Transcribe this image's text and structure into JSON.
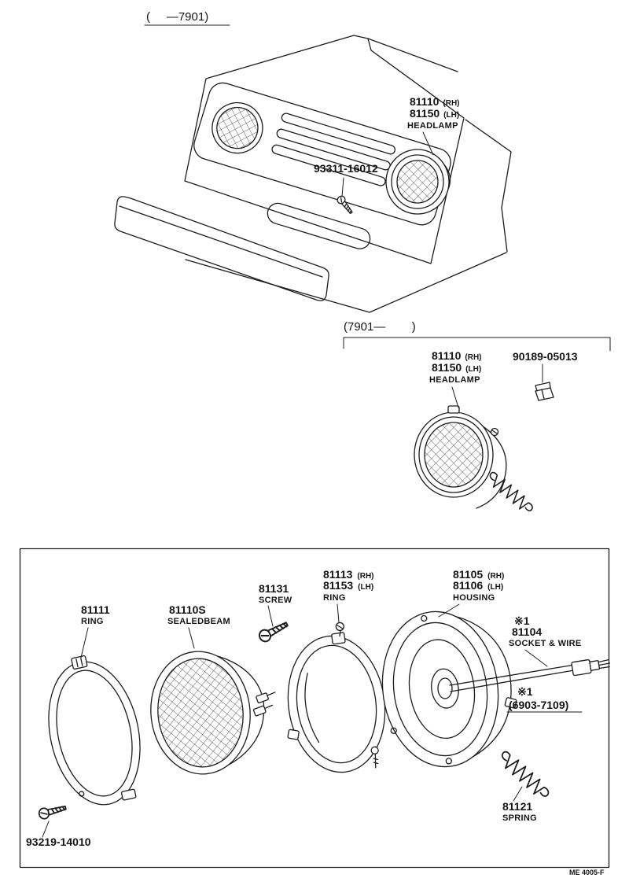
{
  "page": {
    "footer_code": "ME 4005-F",
    "line_color": "#1c1c1c",
    "bg_color": "#ffffff"
  },
  "section_early": {
    "period": "(     —7901)",
    "headlamp": {
      "num_rh": "81110",
      "side_rh": "(RH)",
      "num_lh": "81150",
      "side_lh": "(LH)",
      "name": "HEADLAMP"
    },
    "screw_code": "93311-16012"
  },
  "section_late": {
    "period": "(7901—        )",
    "headlamp": {
      "num_rh": "81110",
      "side_rh": "(RH)",
      "num_lh": "81150",
      "side_lh": "(LH)",
      "name": "HEADLAMP"
    },
    "clip_code": "90189-05013"
  },
  "exploded": {
    "ring_retainer": {
      "num": "81111",
      "name": "RING"
    },
    "sealed_beam": {
      "num": "81110S",
      "name": "SEALEDBEAM"
    },
    "screw": {
      "num": "81131",
      "name": "SCREW"
    },
    "mounting_ring": {
      "num_rh": "81113",
      "side_rh": "(RH)",
      "num_lh": "81153",
      "side_lh": "(LH)",
      "name": "RING"
    },
    "housing": {
      "num_rh": "81105",
      "side_rh": "(RH)",
      "num_lh": "81106",
      "side_lh": "(LH)",
      "name": "HOUSING"
    },
    "socket_wire": {
      "note": "※1",
      "num": "81104",
      "name": "SOCKET & WIRE"
    },
    "applicability_note": {
      "note": "※1",
      "range": "(6903-7109)"
    },
    "spring": {
      "num": "81121",
      "name": "SPRING"
    },
    "screw_mount": {
      "num": "93219-14010"
    }
  }
}
